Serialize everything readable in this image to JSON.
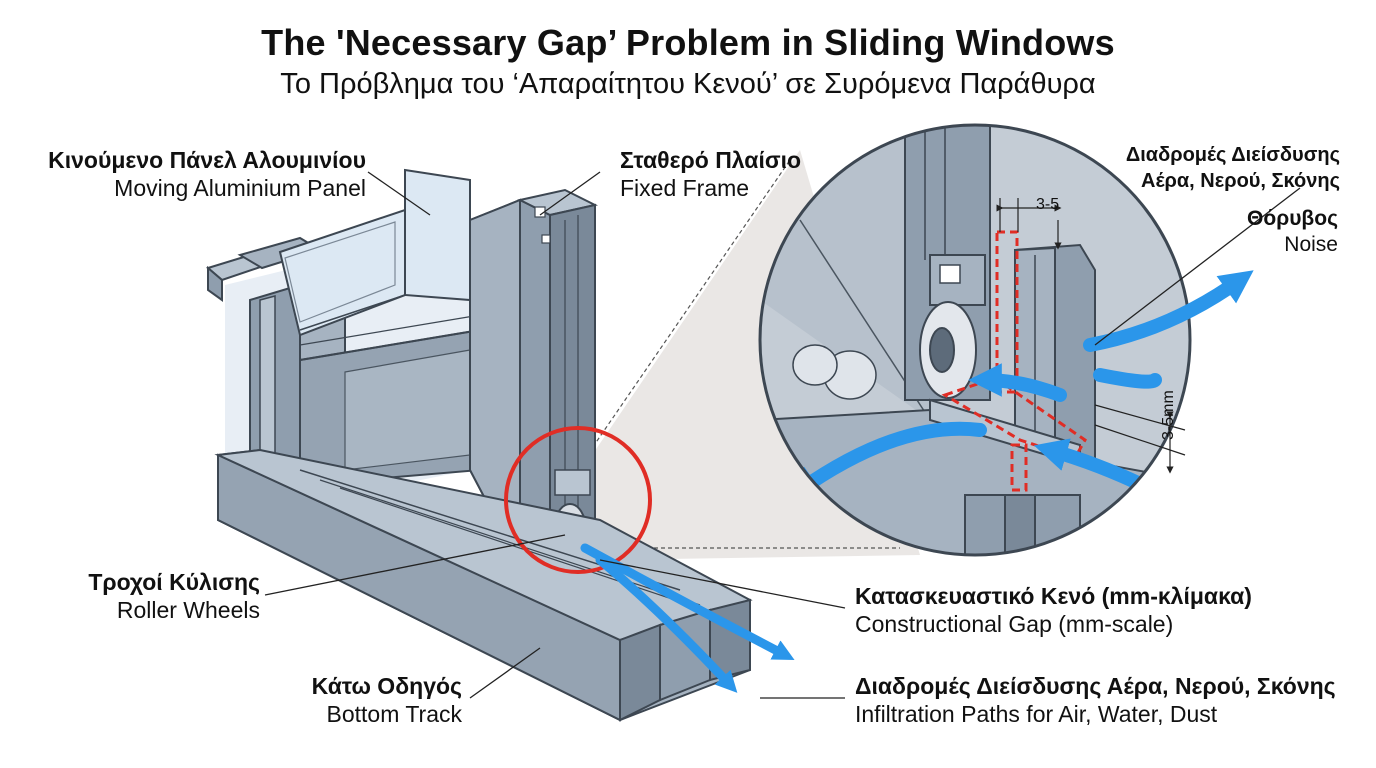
{
  "title": {
    "en": "The 'Necessary Gap’ Problem in Sliding Windows",
    "gr": "Το Πρόβλημα του ‘Απαραίτητου Κενού’ σε Συρόμενα Παράθυρα"
  },
  "labels": {
    "moving_panel": {
      "gr": "Κινούμενο Πάνελ Αλουμινίου",
      "en": "Moving Aluminium Panel"
    },
    "fixed_frame": {
      "gr": "Σταθερό Πλαίσιο",
      "en": "Fixed Frame"
    },
    "roller_wheels": {
      "gr": "Τροχοί Κύλισης",
      "en": "Roller Wheels"
    },
    "bottom_track": {
      "gr": "Κάτω Οδηγός",
      "en": "Bottom Track"
    },
    "constructional_gap": {
      "gr": "Κατασκευαστικό Κενό (mm-κλίμακα)",
      "en": "Constructional Gap (mm-scale)"
    },
    "infiltration_paths": {
      "gr": "Διαδρομές Διείσδυσης Αέρα, Νερού, Σκόνης",
      "en": "Infiltration Paths for Air, Water, Dust"
    },
    "detail_infiltration": {
      "line1": "Διαδρομές Διείσδυσης",
      "line2": "Αέρα, Νερού, Σκόνης"
    },
    "noise": {
      "gr": "Θόρυβος",
      "en": "Noise"
    }
  },
  "dimensions": {
    "top_gap": "3-5",
    "side_gap": "3-5mm"
  },
  "colors": {
    "aluminium": "#8f9eae",
    "aluminium_light": "#b9c5d1",
    "aluminium_dark": "#5d6b7a",
    "arrow_blue": "#2b96ea",
    "highlight_red": "#e02d25",
    "glass": "#dce8f3"
  }
}
